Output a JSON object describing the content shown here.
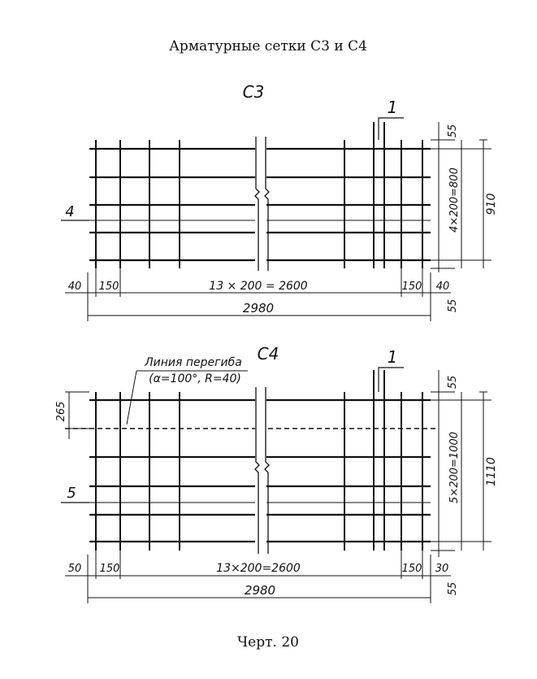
{
  "page": {
    "title": "Арматурные сетки С3 и С4",
    "caption": "Черт. 20"
  },
  "meshes": [
    {
      "id": "c3",
      "label": "С3",
      "position_mark_main": "1",
      "position_mark_side": "4",
      "dim_top_edge": "55",
      "dim_spacing": "4×200=800",
      "dim_total_height": "910",
      "dim_bottom_edge": "55",
      "dim_left_overhang": "40",
      "dim_left_spacing": "150",
      "dim_middle_spacing": "13 × 200 = 2600",
      "dim_right_spacing": "150",
      "dim_right_overhang": "40",
      "dim_total_length": "2980"
    },
    {
      "id": "c4",
      "label": "С4",
      "position_mark_main": "1",
      "position_mark_side": "5",
      "bend_line_title": "Линия перегиба",
      "bend_line_params": "(α=100°, R=40)",
      "dim_bend_offset": "265",
      "dim_top_edge": "55",
      "dim_spacing": "5×200=1000",
      "dim_total_height": "1110",
      "dim_bottom_edge": "55",
      "dim_left_overhang": "50",
      "dim_left_spacing": "150",
      "dim_middle_spacing": "13×200=2600",
      "dim_right_spacing": "150",
      "dim_right_overhang": "30",
      "dim_total_length": "2980"
    }
  ]
}
